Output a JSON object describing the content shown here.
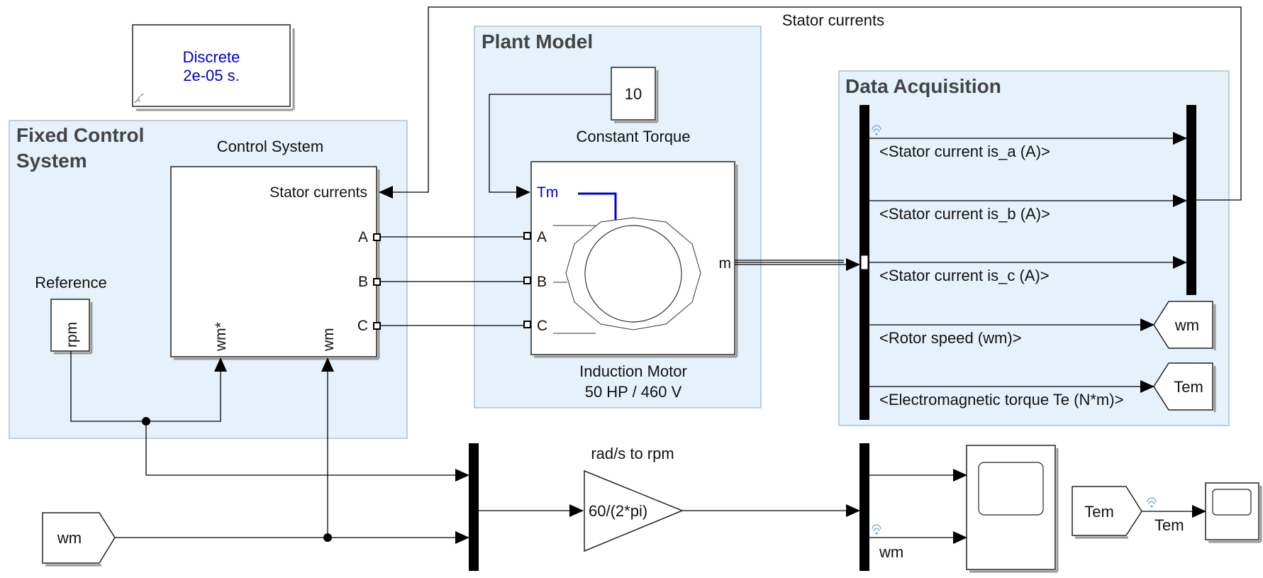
{
  "areas": {
    "fixed_control_line1": "Fixed Control",
    "fixed_control_line2": "System",
    "plant_model": "Plant Model",
    "data_acquisition": "Data Acquisition"
  },
  "powergui": {
    "line1": "Discrete",
    "line2": "2e-05 s."
  },
  "control_system": {
    "title": "Control System",
    "in_stator": "Stator currents",
    "port_a": "A",
    "port_b": "B",
    "port_c": "C",
    "in_wm_ref": "wm*",
    "in_wm": "wm"
  },
  "reference": {
    "title": "Reference",
    "content": "rpm"
  },
  "constant": {
    "value": "10",
    "title": "Constant Torque"
  },
  "motor": {
    "port_tm": "Tm",
    "port_a": "A",
    "port_b": "B",
    "port_c": "C",
    "port_m": "m",
    "title_line1": "Induction Motor",
    "title_line2": "50 HP / 460 V"
  },
  "signals": {
    "stator_currents": "Stator currents",
    "isa": "<Stator current is_a (A)>",
    "isb": "<Stator current is_b (A)>",
    "isc": "<Stator current is_c (A)>",
    "rotor_speed": "<Rotor speed (wm)>",
    "torque": "<Electromagnetic torque Te (N*m)>",
    "wm": "wm",
    "tem": "Tem"
  },
  "goto": {
    "wm": "wm",
    "tem": "Tem"
  },
  "from": {
    "wm": "wm",
    "tem": "Tem"
  },
  "gain": {
    "title": "rad/s to rpm",
    "expr": "60/(2*pi)"
  },
  "colors": {
    "area_fill": "#e6f2fb",
    "area_border": "#9ab5c9",
    "block_border": "#222222",
    "blue_text": "#0000cc"
  }
}
